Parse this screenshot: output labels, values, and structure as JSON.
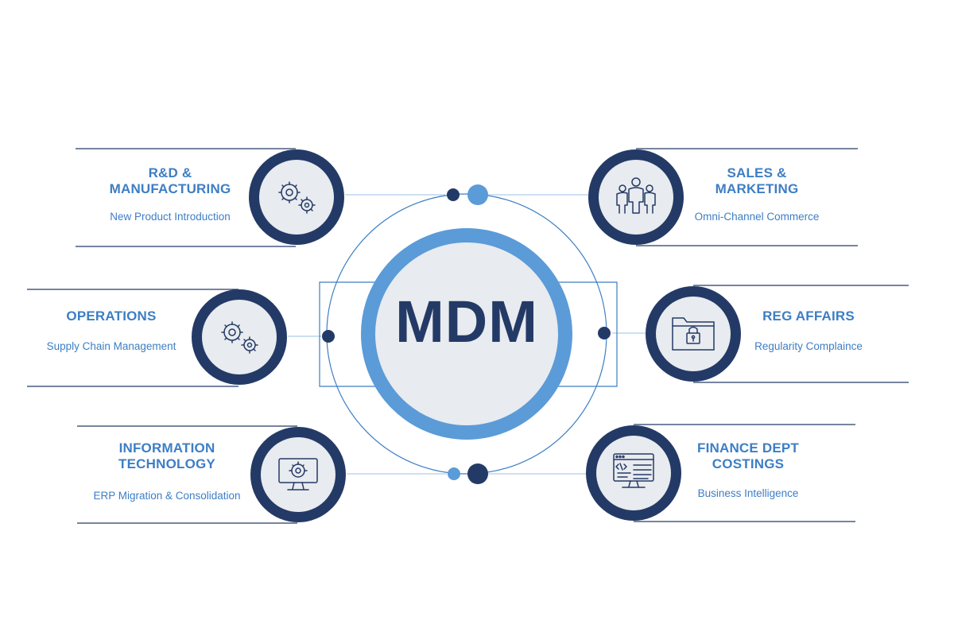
{
  "center": {
    "label": "MDM"
  },
  "colors": {
    "navy": "#243a66",
    "blue": "#3d7ec4",
    "light_blue": "#5b9bd8",
    "node_fill": "#e8ebef"
  },
  "nodes": [
    {
      "id": "rd",
      "title_lines": [
        "R&D &",
        "MANUFACTURING"
      ],
      "subtitle": "New Product Introduction",
      "icon": "gears-icon"
    },
    {
      "id": "ops",
      "title_lines": [
        "OPERATIONS"
      ],
      "subtitle": "Supply Chain Management",
      "icon": "gears-icon"
    },
    {
      "id": "it",
      "title_lines": [
        "INFORMATION",
        "TECHNOLOGY"
      ],
      "subtitle": "ERP Migration & Consolidation",
      "icon": "monitor-gear-icon"
    },
    {
      "id": "sales",
      "title_lines": [
        "SALES &",
        "MARKETING"
      ],
      "subtitle": "Omni-Channel Commerce",
      "icon": "people-icon"
    },
    {
      "id": "reg",
      "title_lines": [
        "REG AFFAIRS"
      ],
      "subtitle": "Regularity Complaince",
      "icon": "folder-lock-icon"
    },
    {
      "id": "fin",
      "title_lines": [
        "FINANCE DEPT",
        "COSTINGS"
      ],
      "subtitle": "Business Intelligence",
      "icon": "code-window-icon"
    }
  ]
}
